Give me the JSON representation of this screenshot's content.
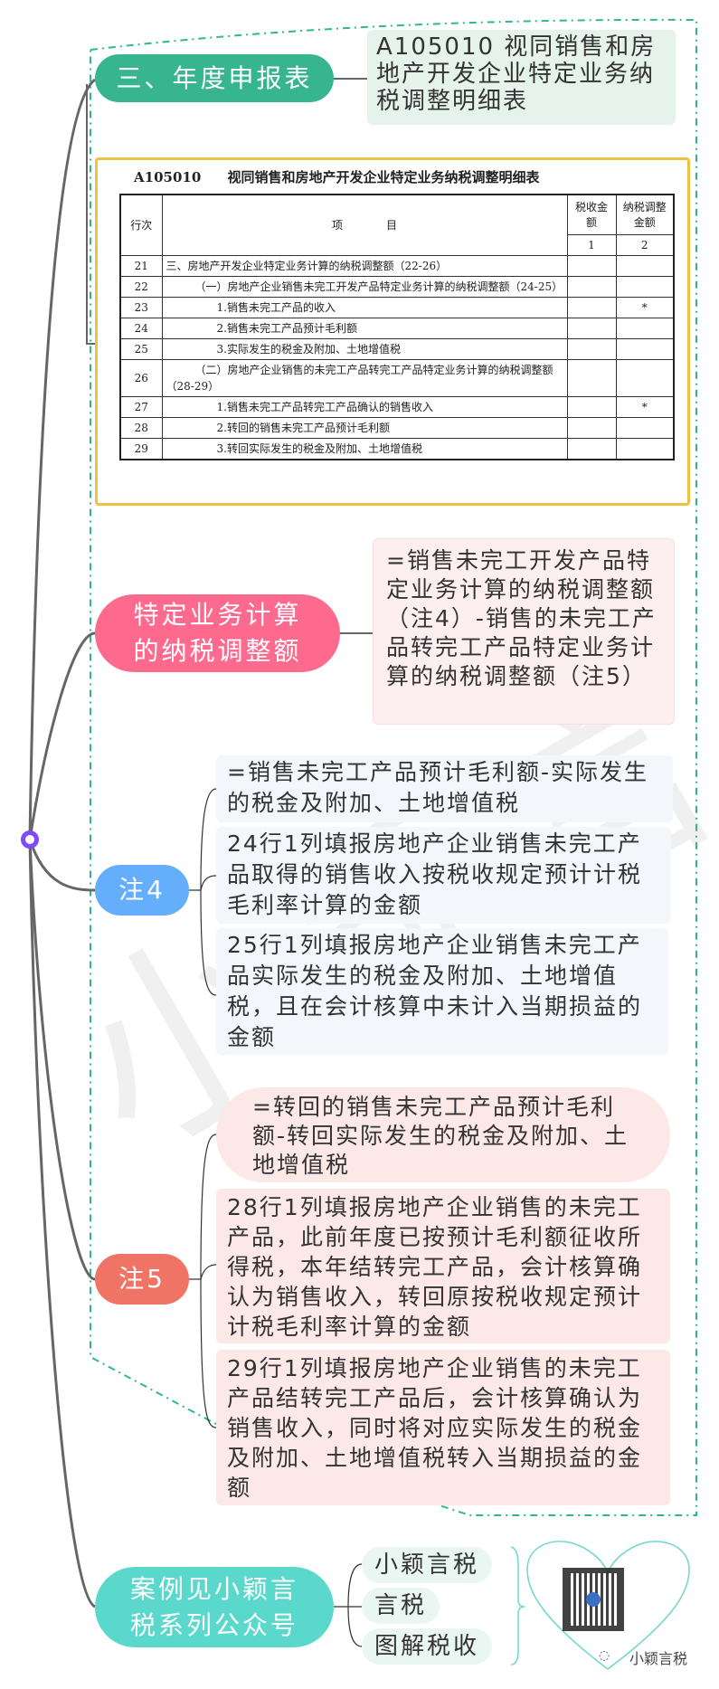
{
  "watermark": "小颖言税",
  "colors": {
    "green": "#36b58f",
    "pink": "#fd6a8e",
    "blue": "#65aefc",
    "red": "#f07465",
    "teal": "#5bd8cc",
    "purple": "#7c4dff",
    "yellow": "#f0c040"
  },
  "section": {
    "title": "三、年度申报表",
    "desc": "A105010 视同销售和房地产开发企业特定业务纳税调整明细表"
  },
  "table": {
    "title_code": "A105010",
    "title": "视同销售和房地产开发企业特定业务纳税调整明细表",
    "headers": {
      "row": "行次",
      "item": "项　　　　目",
      "col1": "税收金额",
      "col2": "纳税调整金额",
      "col1_no": "1",
      "col2_no": "2"
    },
    "rows": [
      {
        "no": "21",
        "item": "三、房地产开发企业特定业务计算的纳税调整额（22-26）",
        "c1": "",
        "c2": "",
        "indent": 0
      },
      {
        "no": "22",
        "item": "（一）房地产企业销售未完工开发产品特定业务计算的纳税调整额（24-25）",
        "c1": "",
        "c2": "",
        "indent": 1
      },
      {
        "no": "23",
        "item": "1.销售未完工产品的收入",
        "c1": "",
        "c2": "*",
        "indent": 2
      },
      {
        "no": "24",
        "item": "2.销售未完工产品预计毛利额",
        "c1": "",
        "c2": "",
        "indent": 2
      },
      {
        "no": "25",
        "item": "3.实际发生的税金及附加、土地增值税",
        "c1": "",
        "c2": "",
        "indent": 2
      },
      {
        "no": "26",
        "item": "（二）房地产企业销售的未完工产品转完工产品特定业务计算的纳税调整额（28-29）",
        "c1": "",
        "c2": "",
        "indent": 1
      },
      {
        "no": "27",
        "item": "1.销售未完工产品转完工产品确认的销售收入",
        "c1": "",
        "c2": "*",
        "indent": 2
      },
      {
        "no": "28",
        "item": "2.转回的销售未完工产品预计毛利额",
        "c1": "",
        "c2": "",
        "indent": 2
      },
      {
        "no": "29",
        "item": "3.转回实际发生的税金及附加、土地增值税",
        "c1": "",
        "c2": "",
        "indent": 2
      }
    ]
  },
  "special": {
    "title": "特定业务计算的纳税调整额",
    "desc": "=销售未完工开发产品特定业务计算的纳税调整额（注4）-销售的未完工产品转完工产品特定业务计算的纳税调整额（注5）"
  },
  "note4": {
    "title": "注4",
    "items": [
      "=销售未完工产品预计毛利额-实际发生的税金及附加、土地增值税",
      "24行1列填报房地产企业销售未完工产品取得的销售收入按税收规定预计计税毛利率计算的金额",
      "25行1列填报房地产企业销售未完工产品实际发生的税金及附加、土地增值税，且在会计核算中未计入当期损益的金额"
    ]
  },
  "note5": {
    "title": "注5",
    "items": [
      "=转回的销售未完工产品预计毛利额-转回实际发生的税金及附加、土地增值税",
      "28行1列填报房地产企业销售的未完工产品，此前年度已按预计毛利额征收所得税，本年结转完工产品，会计核算确认为销售收入，转回原按税收规定预计计税毛利率计算的金额",
      "29行1列填报房地产企业销售的未完工产品结转完工产品后，会计核算确认为销售收入，同时将对应实际发生的税金及附加、土地增值税转入当期损益的金额"
    ]
  },
  "footer": {
    "title": "案例见小颖言税系列公众号",
    "leaves": [
      "小颖言税",
      "言税",
      "图解税收"
    ],
    "qr_caption": "小颖言税"
  }
}
